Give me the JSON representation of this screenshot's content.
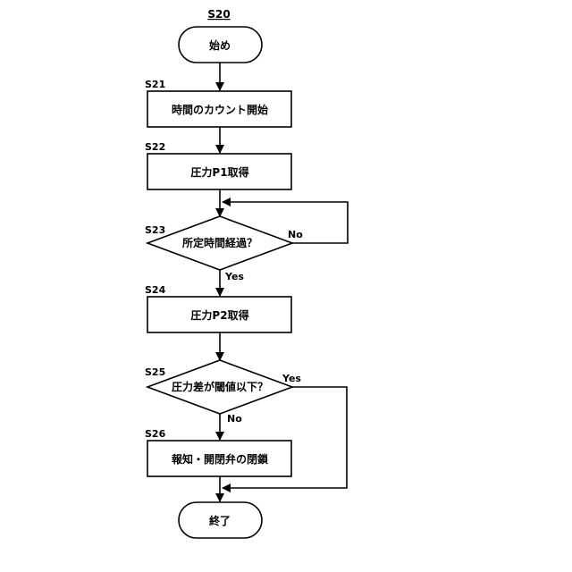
{
  "diagram": {
    "title": "S20",
    "nodes": {
      "start": {
        "label": "始め"
      },
      "s21": {
        "step": "S21",
        "label": "時間のカウント開始"
      },
      "s22": {
        "step": "S22",
        "label": "圧力P1取得"
      },
      "s23": {
        "step": "S23",
        "label": "所定時間経過？"
      },
      "s24": {
        "step": "S24",
        "label": "圧力P2取得"
      },
      "s25": {
        "step": "S25",
        "label": "圧力差が閾値以下？"
      },
      "s26": {
        "step": "S26",
        "label": "報知・開閉弁の閉鎖"
      },
      "end": {
        "label": "終了"
      }
    },
    "edges": {
      "s23_no": "No",
      "s23_yes": "Yes",
      "s25_yes": "Yes",
      "s25_no": "No"
    }
  }
}
